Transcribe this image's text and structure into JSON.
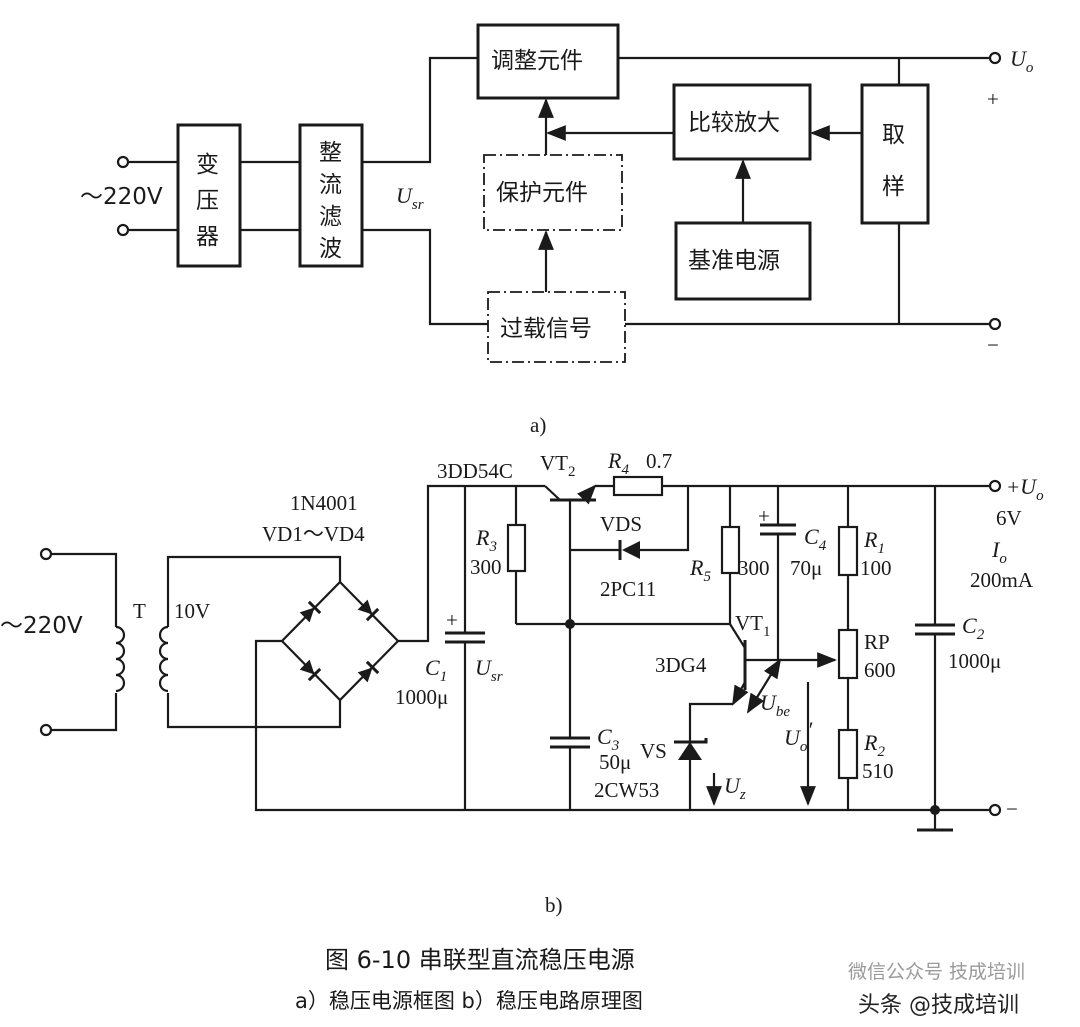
{
  "diagram_a": {
    "blocks": {
      "transformer": "变\n压\n器",
      "rectifier": "整\n流\n滤\n波",
      "adjust": "调整元件",
      "protect": "保护元件",
      "overload": "过载信号",
      "compare": "比较放大",
      "reference": "基准电源",
      "sample": "取\n样"
    },
    "input_label": "～220V",
    "usr_label": "U",
    "usr_sub": "sr",
    "uo_label": "U",
    "uo_sub": "o",
    "plus": "+",
    "minus": "−",
    "label": "a)"
  },
  "diagram_b": {
    "input_label": "～220V",
    "transformer_label": "T",
    "secondary_label": "10V",
    "bridge_part": "1N4001",
    "bridge_names": "VD1～VD4",
    "vt2_part": "3DD54C",
    "vt2_name": "VT",
    "vt2_sub": "2",
    "r4_name": "R",
    "r4_sub": "4",
    "r4_value": "0.7",
    "vds_name": "VDS",
    "vds_part": "2PC11",
    "r3_name": "R",
    "r3_sub": "3",
    "r3_value": "300",
    "c1_name": "C",
    "c1_sub": "1",
    "c1_value": "1000μ",
    "usr_label": "U",
    "usr_sub": "sr",
    "c3_name": "C",
    "c3_sub": "3",
    "c3_value": "50μ",
    "vs_name": "VS",
    "vs_part": "2CW53",
    "uz_label": "U",
    "uz_sub": "z",
    "r5_name": "R",
    "r5_sub": "5",
    "r5_value": "300",
    "c4_name": "C",
    "c4_sub": "4",
    "c4_value": "70μ",
    "vt1_name": "VT",
    "vt1_sub": "1",
    "vt1_part": "3DG4",
    "ube_label": "U",
    "ube_sub": "be",
    "uo_prime_label": "U",
    "uo_prime_sub": "o",
    "uo_prime_mark": "′",
    "r1_name": "R",
    "r1_sub": "1",
    "r1_value": "100",
    "rp_name": "RP",
    "rp_value": "600",
    "r2_name": "R",
    "r2_sub": "2",
    "r2_value": "510",
    "c2_name": "C",
    "c2_sub": "2",
    "c2_value": "1000μ",
    "out_plus": "+",
    "out_label": "U",
    "out_sub": "o",
    "out_voltage": "6V",
    "io_label": "I",
    "io_sub": "o",
    "io_value": "200mA",
    "minus": "−",
    "label": "b)"
  },
  "caption": {
    "title": "图 6-10    串联型直流稳压电源",
    "subtitle": "a）稳压电源框图    b）稳压电路原理图"
  },
  "watermark": {
    "faint": "微信公众号  技成培训",
    "main": "头条 @技成培训"
  }
}
